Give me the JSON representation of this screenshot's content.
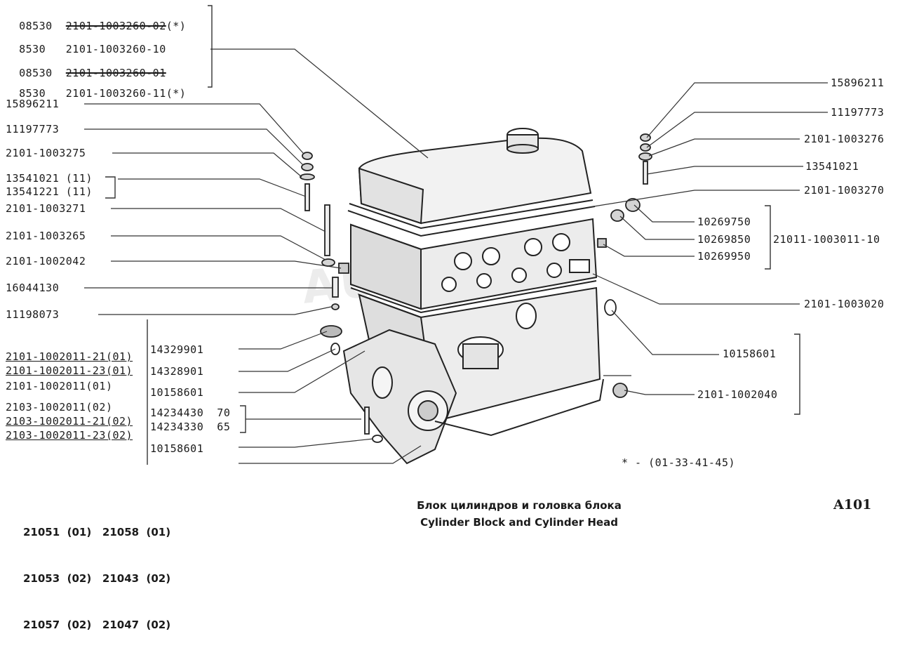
{
  "left_labels": [
    {
      "prefix": "08530",
      "text": "2101-1003260-02",
      "suffix": "(*)",
      "strike": true
    },
    {
      "prefix": "8530",
      "text": "2101-1003260-10",
      "suffix": "",
      "strike": false
    },
    {
      "prefix": "08530",
      "text": "2101-1003260-01",
      "suffix": "",
      "strike": true
    },
    {
      "prefix": "8530",
      "text": "2101-1003260-11",
      "suffix": "(*)",
      "strike": false
    },
    {
      "text": "15896211"
    },
    {
      "text": "11197773"
    },
    {
      "text": "2101-1003275"
    },
    {
      "text": "13541021 (11)"
    },
    {
      "text": "13541221 (11)"
    },
    {
      "text": "2101-1003271"
    },
    {
      "text": "2101-1003265"
    },
    {
      "text": "2101-1002042"
    },
    {
      "text": "16044130"
    },
    {
      "text": "11198073"
    }
  ],
  "block_variants": [
    "2101-1002011-21(01)",
    "2101-1002011-23(01)",
    "2101-1002011(01)",
    "2103-1002011(02)",
    "2103-1002011-21(02)",
    "2103-1002011-23(02)"
  ],
  "mid_labels": [
    "14329901",
    "14328901",
    "10158601",
    "14234430  70",
    "14234330  65",
    "10158601"
  ],
  "right_labels": [
    "15896211",
    "11197773",
    "2101-1003276",
    "13541021",
    "2101-1003270",
    "10269750",
    "10269850",
    "21011-1003011-10",
    "10269950",
    "2101-1003020",
    "10158601",
    "2101-1002040"
  ],
  "note": "* - (01-33-41-45)",
  "models": {
    "row1": "21051  (01)   21058  (01)",
    "row2": "21053  (02)   21043  (02)",
    "row3": "21057  (02)   21047  (02)"
  },
  "title_ru": "Блок цилиндров и головка блока",
  "title_en": "Cylinder Block and Cylinder Head",
  "page_code": "A101",
  "watermark": "AUTOSOFT"
}
